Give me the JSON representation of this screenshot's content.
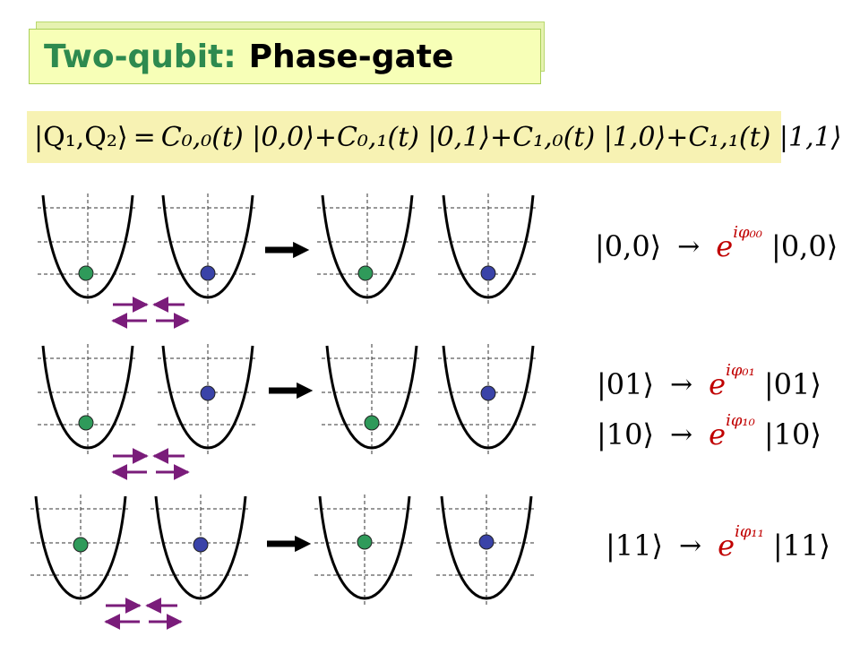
{
  "title": {
    "prefix": "Two-qubit:",
    "main": "Phase-gate"
  },
  "state_equation": {
    "ket": "|Q₁,Q₂⟩",
    "equals": "=",
    "terms": [
      "C₀,₀(t) |0,0⟩",
      "+C₀,₁(t) |0,1⟩",
      "+C₁,₀(t) |1,0⟩",
      "+C₁,₁(t) |1,1⟩"
    ]
  },
  "rules": [
    {
      "from": "|0,0⟩",
      "arrow": "→",
      "exp": "e",
      "phase": "iφ₀₀",
      "to": "|0,0⟩"
    },
    {
      "from": "|01⟩",
      "arrow": "→",
      "exp": "e",
      "phase": "iφ₀₁",
      "to": "|01⟩"
    },
    {
      "from": "|10⟩",
      "arrow": "→",
      "exp": "e",
      "phase": "iφ₁₀",
      "to": "|10⟩"
    },
    {
      "from": "|11⟩",
      "arrow": "→",
      "exp": "e",
      "phase": "iφ₁₁",
      "to": "|11⟩"
    }
  ],
  "colors": {
    "qubit1": "#2f9a5a",
    "qubit2": "#3a43a8",
    "arrows": "#7a1c7a",
    "phase": "#c00000"
  },
  "icons": [
    "potential-well-icon",
    "transition-arrow-icon",
    "displacement-arrow-icon"
  ]
}
